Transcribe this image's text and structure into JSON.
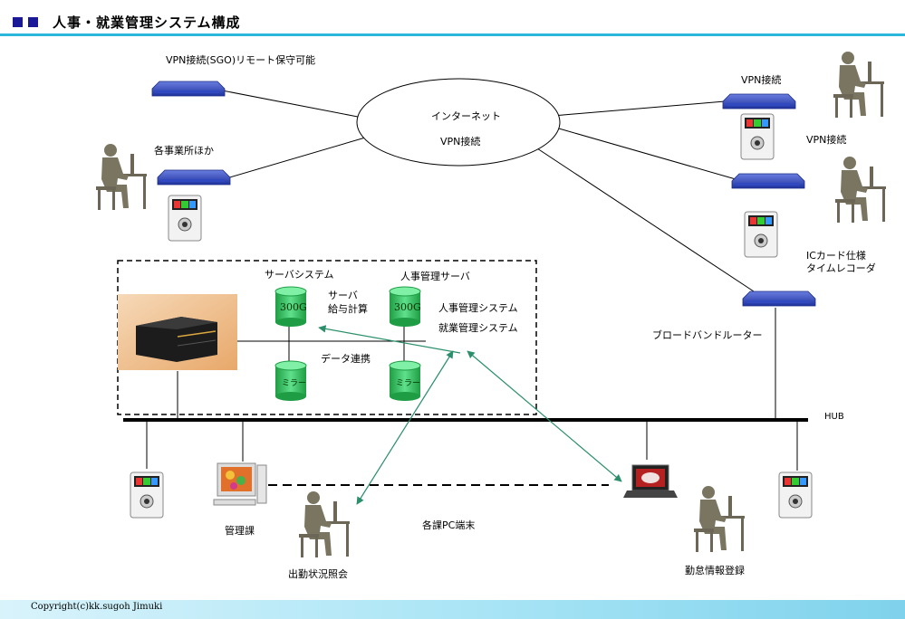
{
  "header": {
    "title": "人事・就業管理システム構成"
  },
  "labels": {
    "vpn_remote": "VPN接続(SGO)リモート保守可能",
    "internet": "インターネット",
    "internet_vpn": "VPN接続",
    "branch": "各事業所ほか",
    "vpn_right_top": "VPN接続",
    "vpn_right_mid": "VPN接続",
    "ic_card_line1": "ICカード仕様",
    "ic_card_line2": "タイムレコーダ",
    "server_system": "サーバシステム",
    "hr_server": "人事管理サーバ",
    "server_payroll_1": "サーバ",
    "server_payroll_2": "給与計算",
    "hr_system": "人事管理システム",
    "work_system": "就業管理システム",
    "data_link": "データ連携",
    "disk_300g_a": "300G",
    "disk_300g_b": "300G",
    "mirror_a": "ミラー",
    "mirror_b": "ミラー",
    "broadband_router": "ブロードバンドルーター",
    "hub": "HUB",
    "mgmt_dept": "管理課",
    "dept_pc": "各課PC端末",
    "attendance_query": "出勤状況照会",
    "work_info_entry": "勤怠情報登録",
    "copyright": "Copyright(c)kk.sugoh Jimuki"
  },
  "colors": {
    "header_rule": "#2bb7d9",
    "router_blue": "#2c44b8",
    "disk_green": "#2fbf5a",
    "arrow_green": "#2a8f6a",
    "person": "#7a7560"
  }
}
